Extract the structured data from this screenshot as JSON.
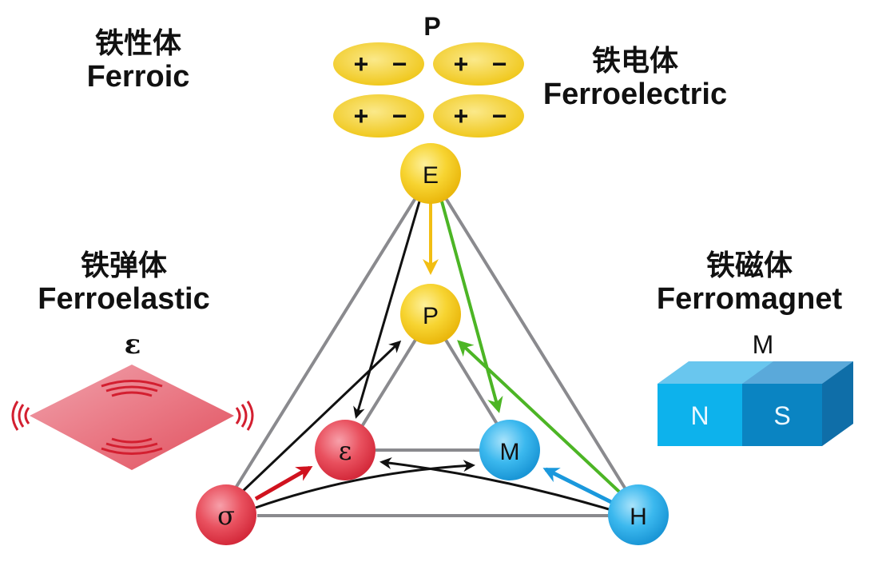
{
  "labels": {
    "ferroic": {
      "cn": "铁性体",
      "en": "Ferroic"
    },
    "ferroelectric": {
      "cn": "铁电体",
      "en": "Ferroelectric"
    },
    "ferroelastic": {
      "cn": "铁弹体",
      "en": "Ferroelastic"
    },
    "ferromagnet": {
      "cn": "铁磁体",
      "en": "Ferromagnet"
    }
  },
  "symbols": {
    "polarization": "P",
    "strain": "ε",
    "magnetization": "M"
  },
  "dipoles": [
    {
      "plus": "+",
      "minus": "−"
    },
    {
      "plus": "+",
      "minus": "−"
    },
    {
      "plus": "+",
      "minus": "−"
    },
    {
      "plus": "+",
      "minus": "−"
    }
  ],
  "magnet": {
    "north": "N",
    "south": "S"
  },
  "nodes": {
    "E": "E",
    "P": "P",
    "epsilon": "ε",
    "M": "M",
    "sigma": "σ",
    "H": "H"
  },
  "colors": {
    "yellow": "#f3c614",
    "red": "#e23a4b",
    "blue": "#1ea6e4",
    "green": "#4cb525",
    "gray": "#8a8a8e",
    "arrow_red": "#d0121e",
    "arrow_blue": "#1a98dc",
    "arrow_yellow": "#f2be12",
    "black": "#111111"
  }
}
